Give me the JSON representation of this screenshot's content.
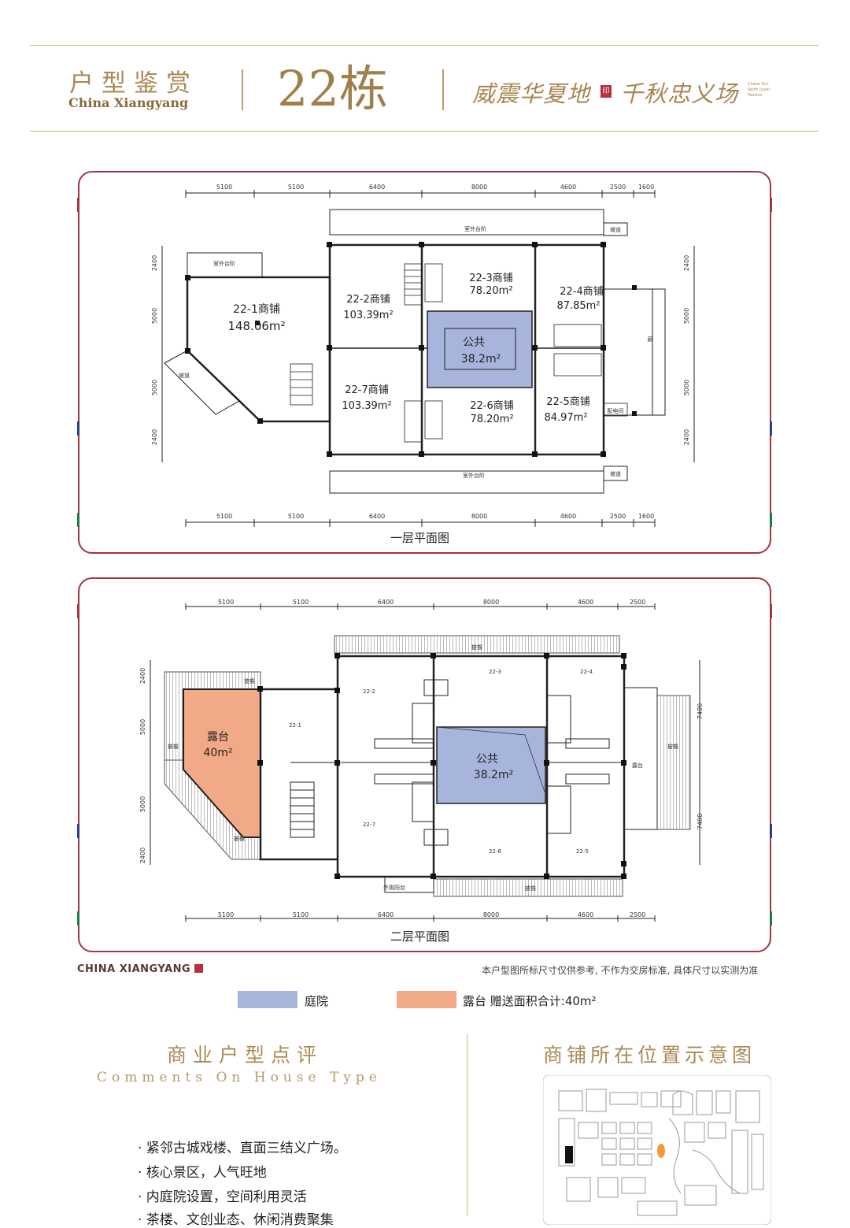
{
  "header": {
    "title_cn": "户型鉴赏",
    "title_en": "China Xiangyang",
    "building": "22栋",
    "slogan_a": "威震华夏地",
    "slogan_b": "千秋忠义场",
    "seal": "印",
    "tiny_en": "Chase Yu's Spirit Loyal Passion"
  },
  "plan1": {
    "caption": "一层平面图",
    "dims_top": [
      "5100",
      "5100",
      "6400",
      "8000",
      "4600",
      "2500",
      "1600"
    ],
    "dims_left": [
      "2400",
      "5000",
      "5000",
      "2400"
    ],
    "dims_right": [
      "2400",
      "5000",
      "5000",
      "2400"
    ],
    "labels": {
      "terrace_top": "室外台阶",
      "terrace_left": "室外台阶",
      "terrace_bottom": "室外台阶",
      "ramp_left": "坡道",
      "ramp_tr": "坡道",
      "ramp_br": "坡道",
      "dist_room": "配电间",
      "porch": "廊"
    },
    "units": [
      {
        "id": "22-1商铺",
        "area": "148.06m²"
      },
      {
        "id": "22-2商铺",
        "area": "103.39m²"
      },
      {
        "id": "22-3商铺",
        "area": "78.20m²"
      },
      {
        "id": "22-4商铺",
        "area": "87.85m²"
      },
      {
        "id": "22-5商铺",
        "area": "84.97m²"
      },
      {
        "id": "22-6商铺",
        "area": "78.20m²"
      },
      {
        "id": "22-7商铺",
        "area": "103.39m²"
      }
    ],
    "public": {
      "name": "公共",
      "area": "38.2m²"
    }
  },
  "plan2": {
    "caption": "二层平面图",
    "dims_top": [
      "5100",
      "5100",
      "6400",
      "8000",
      "4600",
      "2500"
    ],
    "dims_left": [
      "2400",
      "5000",
      "5000",
      "2400"
    ],
    "dims_right": [
      "7400",
      "7400"
    ],
    "labels": {
      "eave_top": "披檐",
      "eave_bottom": "披檐",
      "eave_left": "披檐",
      "eave_tl": "披檐",
      "eave_bl": "披檐",
      "eave_right": "披檐",
      "terrace_right": "露台",
      "balcony": "外挑阳台"
    },
    "units": [
      "22-1",
      "22-2",
      "22-3",
      "22-4",
      "22-5",
      "22-6",
      "22-7"
    ],
    "terrace": {
      "name": "露台",
      "area": "40m²"
    },
    "public": {
      "name": "公共",
      "area": "38.2m²"
    }
  },
  "footer": {
    "brand": "CHINA XIANGYANG",
    "disclaimer": "本户型图所标尺寸仅供参考, 不作为交房标准, 具体尺寸以实测为准"
  },
  "legend": [
    {
      "label": "庭院",
      "color": "#a7b4dc"
    },
    {
      "label": "露台 赠送面积合计:40m²",
      "color": "#f1a988"
    }
  ],
  "comments": {
    "title": "商业户型点评",
    "subtitle": "Comments On House Type",
    "items": [
      "· 紧邻古城戏楼、直面三结义广场。",
      "· 核心景区，人气旺地",
      "· 内庭院设置，空间利用灵活",
      "· 茶楼、文创业态、休闲消费聚集"
    ]
  },
  "location": {
    "title": "商铺所在位置示意图"
  },
  "colors": {
    "gold": "#a98a55",
    "frame": "#a23444",
    "public_fill": "#a7b4dc",
    "terrace_fill": "#f1a988"
  }
}
